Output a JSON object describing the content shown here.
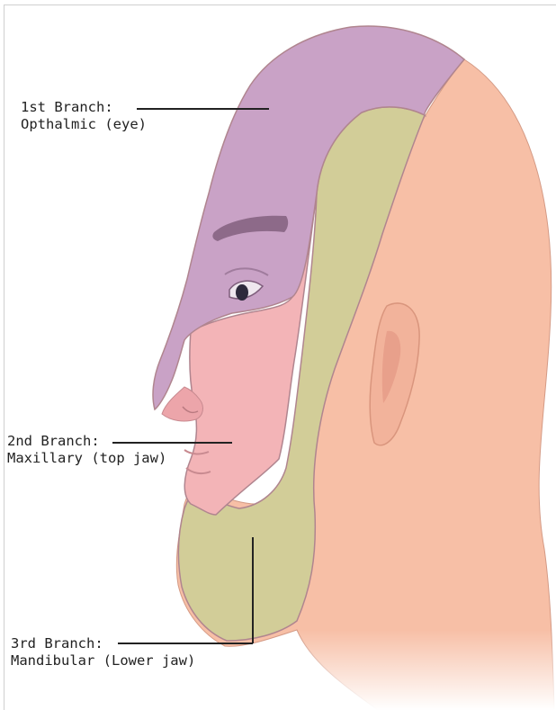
{
  "colors": {
    "ophthalmic": "#c9a2c6",
    "maxillary": "#f3b4b7",
    "mandibular": "#d2cd98",
    "skin": "#f7bfa6",
    "region_outline": "#b0858f"
  },
  "labels": {
    "ophthalmic": {
      "title": "1st Branch:",
      "detail": "Opthalmic (eye)"
    },
    "maxillary": {
      "title": "2nd Branch:",
      "detail": "Maxillary (top jaw)"
    },
    "mandibular": {
      "title": "3rd Branch:",
      "detail": "Mandibular (Lower jaw)"
    }
  }
}
